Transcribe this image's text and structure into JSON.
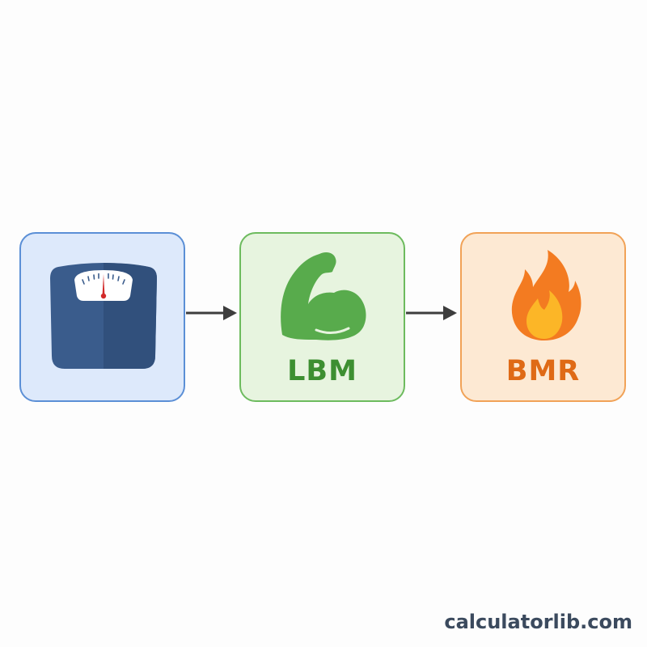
{
  "diagram": {
    "steps": [
      {
        "id": "scale",
        "label": "",
        "icon": "bathroom-scale-icon",
        "fill": "#dde9fb",
        "border": "#5b8fd6"
      },
      {
        "id": "lbm",
        "label": "LBM",
        "icon": "flexed-bicep-icon",
        "fill": "#e7f4df",
        "border": "#6dbb5e",
        "label_color": "#3d8f31"
      },
      {
        "id": "bmr",
        "label": "BMR",
        "icon": "flame-icon",
        "fill": "#fde9d3",
        "border": "#f1a257",
        "label_color": "#df6a16"
      }
    ],
    "connector_color": "#3d3d3d"
  },
  "watermark": "calculatorlib.com"
}
